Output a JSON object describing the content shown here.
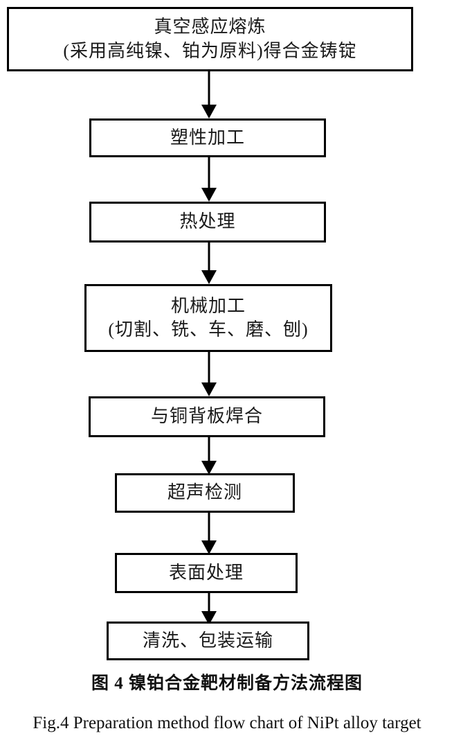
{
  "figure": {
    "caption_zh": "图 4  镍铂合金靶材制备方法流程图",
    "caption_en": "Fig.4 Preparation method flow chart of NiPt alloy target"
  },
  "chart_data": {
    "type": "diagram",
    "diagram_kind": "flowchart",
    "orientation": "vertical-top-to-bottom",
    "title": "图 4  镍铂合金靶材制备方法流程图",
    "subtitle": "Fig.4 Preparation method flow chart of NiPt alloy target",
    "box_fill": "#ffffff",
    "box_stroke": "#000000",
    "arrow_color": "#000000",
    "nodes": [
      {
        "id": "node-0",
        "name": "vacuum-induction-melting",
        "lines": [
          "真空感应熔炼",
          "(采用高纯镍、铂为原料)得合金铸锭"
        ]
      },
      {
        "id": "node-1",
        "name": "plastic-working",
        "lines": [
          "塑性加工"
        ]
      },
      {
        "id": "node-2",
        "name": "heat-treatment",
        "lines": [
          "热处理"
        ]
      },
      {
        "id": "node-3",
        "name": "machining",
        "lines": [
          "机械加工",
          "(切割、铣、车、磨、刨)"
        ]
      },
      {
        "id": "node-4",
        "name": "bonding-with-copper-backing-plate",
        "lines": [
          "与铜背板焊合"
        ]
      },
      {
        "id": "node-5",
        "name": "ultrasonic-testing",
        "lines": [
          "超声检测"
        ]
      },
      {
        "id": "node-6",
        "name": "surface-treatment",
        "lines": [
          "表面处理"
        ]
      },
      {
        "id": "node-7",
        "name": "cleaning-packaging-transport",
        "lines": [
          "清洗、包装运输"
        ]
      }
    ],
    "edges": [
      {
        "from": "node-0",
        "to": "node-1",
        "arrow": "down"
      },
      {
        "from": "node-1",
        "to": "node-2",
        "arrow": "down"
      },
      {
        "from": "node-2",
        "to": "node-3",
        "arrow": "down"
      },
      {
        "from": "node-3",
        "to": "node-4",
        "arrow": "down"
      },
      {
        "from": "node-4",
        "to": "node-5",
        "arrow": "down"
      },
      {
        "from": "node-5",
        "to": "node-6",
        "arrow": "down"
      },
      {
        "from": "node-6",
        "to": "node-7",
        "arrow": "down"
      }
    ]
  }
}
